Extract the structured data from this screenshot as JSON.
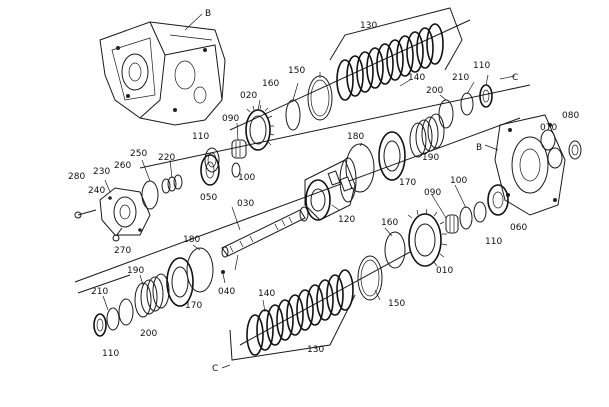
{
  "labels": [
    {
      "id": "B_top",
      "text": "B"
    },
    {
      "id": "130_top",
      "text": "130"
    },
    {
      "id": "150_top",
      "text": "150"
    },
    {
      "id": "160_top",
      "text": "160"
    },
    {
      "id": "140_top",
      "text": "140"
    },
    {
      "id": "210_r",
      "text": "210"
    },
    {
      "id": "110_r",
      "text": "110"
    },
    {
      "id": "C_r",
      "text": "C"
    },
    {
      "id": "200_r",
      "text": "200"
    },
    {
      "id": "020",
      "text": "020"
    },
    {
      "id": "090_t",
      "text": "090"
    },
    {
      "id": "110_t",
      "text": "110"
    },
    {
      "id": "100_t",
      "text": "100"
    },
    {
      "id": "180_t",
      "text": "180"
    },
    {
      "id": "190_r",
      "text": "190"
    },
    {
      "id": "170_r",
      "text": "170"
    },
    {
      "id": "B_r",
      "text": "B"
    },
    {
      "id": "070",
      "text": "070"
    },
    {
      "id": "080",
      "text": "080"
    },
    {
      "id": "250",
      "text": "250"
    },
    {
      "id": "220",
      "text": "220"
    },
    {
      "id": "230",
      "text": "230"
    },
    {
      "id": "260",
      "text": "260"
    },
    {
      "id": "280",
      "text": "280"
    },
    {
      "id": "240",
      "text": "240"
    },
    {
      "id": "050",
      "text": "050"
    },
    {
      "id": "030",
      "text": "030"
    },
    {
      "id": "120",
      "text": "120"
    },
    {
      "id": "090_m",
      "text": "090"
    },
    {
      "id": "100_m",
      "text": "100"
    },
    {
      "id": "060",
      "text": "060"
    },
    {
      "id": "110_m",
      "text": "110"
    },
    {
      "id": "160_m",
      "text": "160"
    },
    {
      "id": "010",
      "text": "010"
    },
    {
      "id": "270",
      "text": "270"
    },
    {
      "id": "180_l",
      "text": "180"
    },
    {
      "id": "190_l",
      "text": "190"
    },
    {
      "id": "170_l",
      "text": "170"
    },
    {
      "id": "040",
      "text": "040"
    },
    {
      "id": "210_l",
      "text": "210"
    },
    {
      "id": "200_l",
      "text": "200"
    },
    {
      "id": "110_l",
      "text": "110"
    },
    {
      "id": "140_b",
      "text": "140"
    },
    {
      "id": "150_b",
      "text": "150"
    },
    {
      "id": "130_b",
      "text": "130"
    },
    {
      "id": "C_b",
      "text": "C"
    }
  ]
}
